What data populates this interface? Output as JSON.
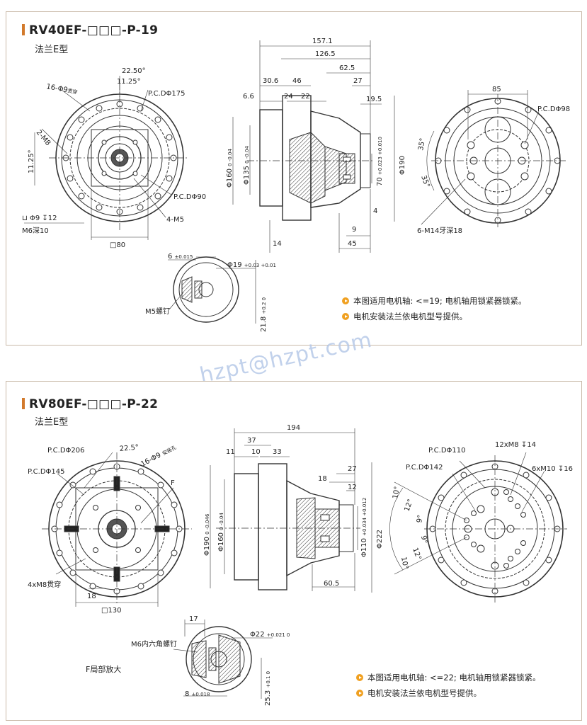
{
  "panel1": {
    "title": "RV40EF-□□□-P-19",
    "subtitle": "法兰E型",
    "notes": [
      "本图适用电机轴: <=19; 电机轴用锁紧器锁紧。",
      "电机安装法兰依电机型号提供。"
    ],
    "front": {
      "angle1": "22.50°",
      "angle2": "11.25°",
      "holes": "16-Φ9",
      "holes_suffix": "贯穿",
      "pcd175": "P.C.DΦ175",
      "angle3": "11.25°",
      "tap": "2-M8",
      "pcd90": "P.C.DΦ90",
      "m5": "4-M5",
      "cbore": "Φ9",
      "cbore_depth": "12",
      "m6": "M6深10",
      "square": "□80"
    },
    "side": {
      "d157": "157.1",
      "d126": "126.5",
      "d62": "62.5",
      "d30": "30.6",
      "d46": "46",
      "d27": "27",
      "d6": "6.6",
      "d24": "24",
      "d22": "22",
      "d19": "19.5",
      "dia160": "Φ160",
      "dia160_tol": "0 -0.04",
      "dia135": "Φ135",
      "dia135_tol": "0 -0.04",
      "dia70": "70",
      "dia70_tol": "+0.023 +0.010",
      "dia190": "Φ190",
      "d4": "4",
      "d9": "9",
      "d14": "14",
      "d45": "45"
    },
    "back": {
      "d85": "85",
      "pcd98": "P.C.DΦ98",
      "a35a": "35°",
      "a35b": "35°",
      "m14": "6-M14牙深18"
    },
    "detail": {
      "d6": "6",
      "d6_tol": "±0.015",
      "d19": "Φ19",
      "d19_tol": "+0.03 +0.01",
      "screw": "M5螺钉",
      "d21": "21.8",
      "d21_tol": "+0.2 0"
    }
  },
  "panel2": {
    "title": "RV80EF-□□□-P-22",
    "subtitle": "法兰E型",
    "notes": [
      "本图适用电机轴: <=22; 电机轴用锁紧器锁紧。",
      "电机安装法兰依电机型号提供。"
    ],
    "front": {
      "pcd206": "P.C.DΦ206",
      "angle": "22.5°",
      "holes": "16-Φ9",
      "holes2": "安装孔",
      "pcd145": "P.C.DΦ145",
      "f": "F",
      "m8": "4xM8贯穿",
      "d18": "18",
      "square": "□130"
    },
    "side": {
      "d194": "194",
      "d37": "37",
      "d11": "11",
      "d10": "10",
      "d33": "33",
      "d27": "27",
      "d18": "18",
      "d12": "12",
      "dia190": "Φ190",
      "dia190_tol": "0 -0.046",
      "dia160": "Φ160",
      "dia160_tol": "0 -0.04",
      "dia110": "Φ110",
      "dia110_tol": "+0.034 +0.012",
      "dia222": "Φ222",
      "d60": "60.5"
    },
    "back": {
      "pcd110": "P.C.DΦ110",
      "m8": "12xM8",
      "m8_depth": "14",
      "pcd142": "P.C.DΦ142",
      "m10": "6xM10",
      "m10_depth": "16",
      "a10a": "10°",
      "a12a": "12°",
      "a9a": "9°",
      "a9b": "9°",
      "a12b": "12°",
      "a10b": "10°"
    },
    "detail": {
      "d17": "17",
      "screw": "M6内六角螺钉",
      "d22": "Φ22",
      "d22_tol": "+0.021 0",
      "label": "F局部放大",
      "d8": "8",
      "d8_tol": "±0.018",
      "d25": "25.3",
      "d25_tol": "+0.1 0"
    }
  },
  "watermark": "hzpt@hzpt.com"
}
